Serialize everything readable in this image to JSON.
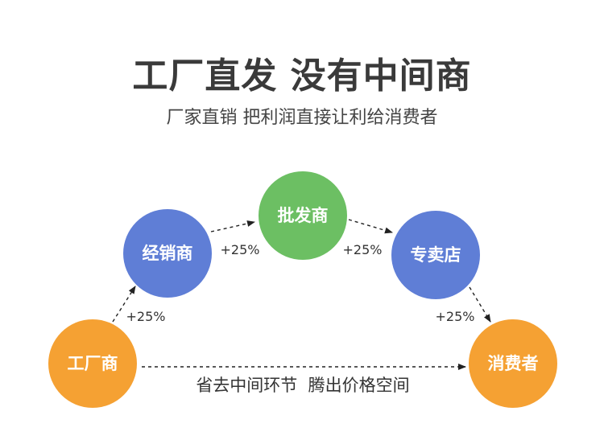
{
  "header": {
    "title": "工厂直发 没有中间商",
    "subtitle": "厂家直销 把利润直接让利给消费者"
  },
  "nodes": {
    "factory": {
      "label": "工厂商",
      "color": "#f5a133"
    },
    "distributor": {
      "label": "经销商",
      "color": "#5f7ed6"
    },
    "wholesaler": {
      "label": "批发商",
      "color": "#6cbf63"
    },
    "store": {
      "label": "专卖店",
      "color": "#5f7ed6"
    },
    "consumer": {
      "label": "消费者",
      "color": "#f5a133"
    }
  },
  "markups": {
    "factory_to_distributor": "+25%",
    "distributor_to_wholesaler": "+25%",
    "wholesaler_to_store": "+25%",
    "store_to_consumer": "+25%"
  },
  "direct_path": {
    "label": "省去中间环节  腾出价格空间"
  }
}
